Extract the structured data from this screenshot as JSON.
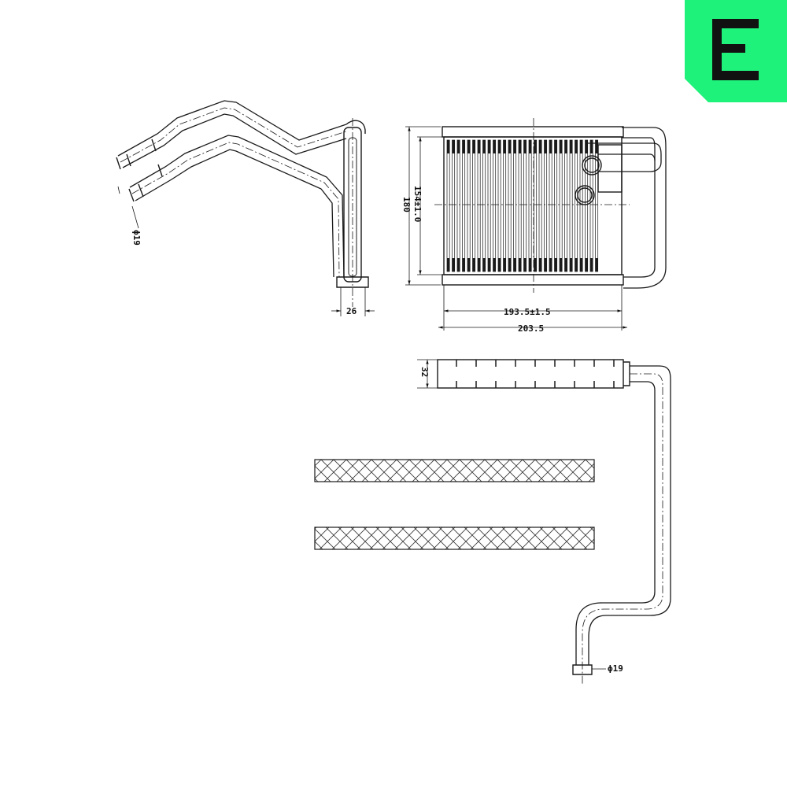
{
  "logo": {
    "letter": "E",
    "background": "#1ef27a",
    "foreground": "#111111"
  },
  "dimensions": {
    "pipe_dia_left": "ϕ19",
    "depth": "26",
    "core_height": "154±1.0",
    "overall_height": "180",
    "core_width": "193.5±1.5",
    "overall_width": "203.5",
    "tank_thickness": "32",
    "pipe_dia_bottom": "ϕ19"
  }
}
